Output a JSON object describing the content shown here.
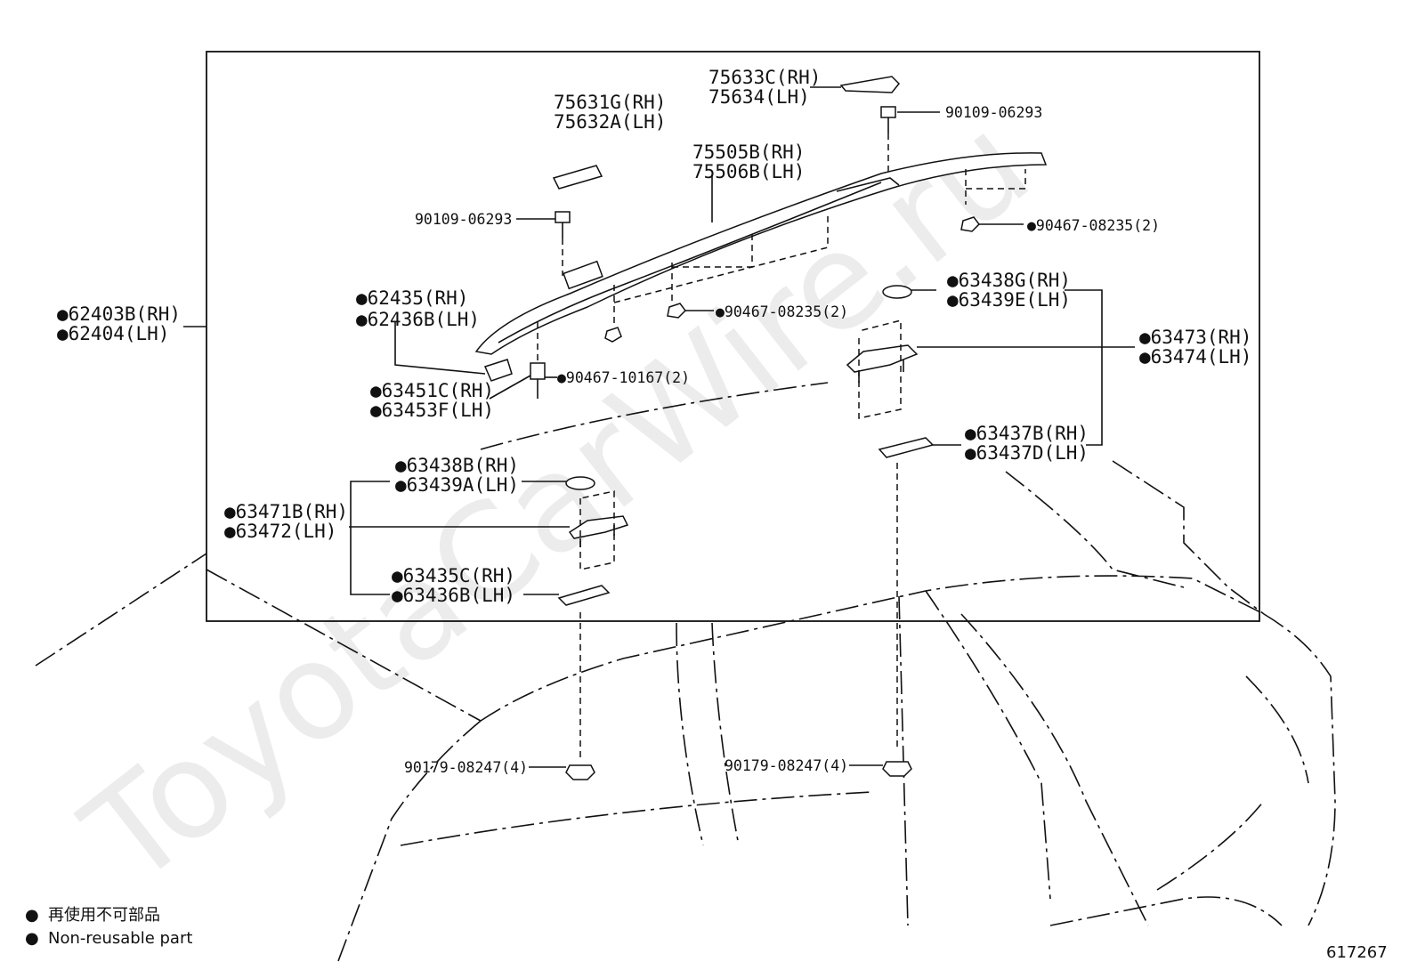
{
  "watermark": "ToyotaCarWire.ru",
  "figure_number": "617267",
  "legend": {
    "dot": "●",
    "text_jp": "再使用不可部品",
    "text_en": "Non-reusable part"
  },
  "labels": {
    "main_rh": "●62403B(RH)",
    "main_lh": "●62404(LH)",
    "cover_front_rh": "75631G(RH)",
    "cover_front_lh": "75632A(LH)",
    "cover_rear_rh": "75633C(RH)",
    "cover_rear_lh": "75634(LH)",
    "rail_rh": "75505B(RH)",
    "rail_lh": "75506B(LH)",
    "screw_front": "90109-06293",
    "screw_rear": "90109-06293",
    "nut_rear": "●90467-08235(2)",
    "nut_mid": "●90467-08235(2)",
    "clip_front": "●90467-10167(2)",
    "endcap_rh": "●62435(RH)",
    "endcap_lh": "●62436B(LH)",
    "bracket_rh": "●63451C(RH)",
    "bracket_lh": "●63453F(LH)",
    "pad_rear_rh": "●63438G(RH)",
    "pad_rear_lh": "●63439E(LH)",
    "leg_rear_rh": "●63473(RH)",
    "leg_rear_lh": "●63474(LH)",
    "gasket_rear_rh": "●63437B(RH)",
    "gasket_rear_lh": "●63437D(LH)",
    "pad_front_rh": "●63438B(RH)",
    "pad_front_lh": "●63439A(LH)",
    "leg_front_rh": "●63471B(RH)",
    "leg_front_lh": "●63472(LH)",
    "gasket_front_rh": "●63435C(RH)",
    "gasket_front_lh": "●63436B(LH)",
    "nut_bottom_left": "90179-08247(4)",
    "nut_bottom_right": "90179-08247(4)"
  }
}
